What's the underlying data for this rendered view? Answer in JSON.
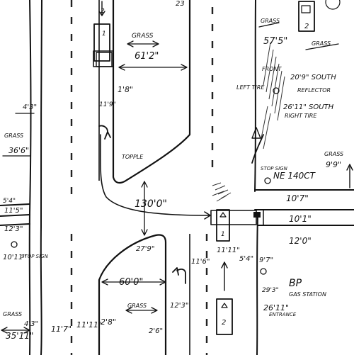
{
  "labels": {
    "grass_1": "GRASS",
    "dim_61_2": "61'2\"",
    "dim_57_5": "57'5\"",
    "grass_2": "GRASS",
    "dim_1_8": "1'8\"",
    "dim_11_9": "11'9\"",
    "dim_4_3_top": "4'3\"",
    "grass_3": "GRASS",
    "dim_36_6": "36'6\"",
    "dim_20_9": "20'9\" SOUTH",
    "reflector": "REFLECTOR",
    "dim_26_11_south": "26'11\" SOUTH",
    "right_tire": "RIGHT TIRE",
    "left_tire": "LEFT TIRE",
    "front": "FRONT",
    "grass_4": "GRASS",
    "dim_9_9": "9'9\"",
    "topple": "TOPPLE",
    "stop_sign_ne": "STOP SIGN",
    "ne_140ct": "NE 140CT",
    "dim_10_7": "10'7\"",
    "dim_130": "130'0\"",
    "dim_10_1": "10'1\"",
    "dim_11_5": "11'5\"",
    "dim_12_3": "12'3\"",
    "dim_5_4": "5'4\"",
    "dim_10_11": "10'11\"",
    "dim_12_0": "12'0\"",
    "stop_sign_left": "STOP SIGN",
    "dim_27_9": "27'9\"",
    "dim_11_6": "11'6\"",
    "dim_11_11_mid": "11'11\"",
    "dim_5_4_mid": "5'4\"",
    "dim_9_7": "9'7\"",
    "bp": "BP",
    "gas_station": "GAS STATION",
    "dim_60_0": "60'0\"",
    "dim_29_3": "29'3\"",
    "grass_5": "GRASS",
    "dim_12_3_b": "12'3\"",
    "grass_6": "GRASS",
    "dim_4_3_b": "4'3\"",
    "dim_35_11": "35'11\"",
    "dim_11_7": "11'7\"",
    "dim_11_11_b": "11'11\"",
    "dim_2_8": "2'8\"",
    "dim_2_6": "2'6\"",
    "dim_26_11_entrance": "26'11\"",
    "entrance": "ENTRANCE",
    "dim_23": "23",
    "car_1": "1",
    "car_2_top": "2",
    "car_1_bottom": "1",
    "car_2_bottom": "2",
    "car_2_upper_right": "2"
  }
}
